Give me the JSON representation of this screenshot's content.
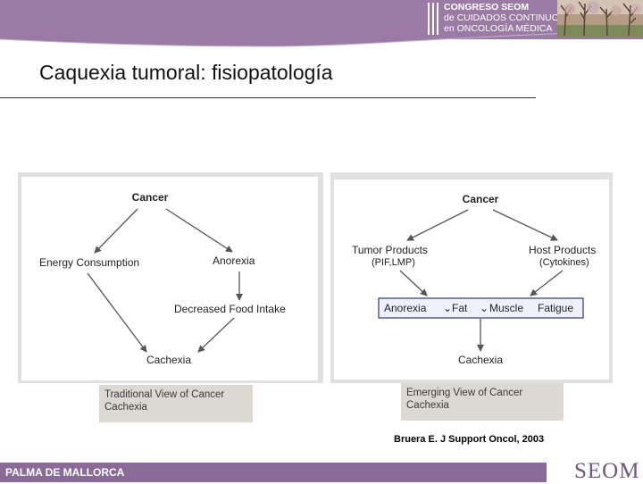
{
  "header": {
    "congress_line1": "CONGRESO SEOM",
    "congress_line2": "de CUIDADOS CONTINUOS",
    "congress_line3": "en ONCOLOGÍA MÉDICA"
  },
  "slide": {
    "title": "Caquexia tumoral: fisiopatología"
  },
  "traditional_view": {
    "cancer": "Cancer",
    "energy": "Energy Consumption",
    "anorexia": "Anorexia",
    "food_intake": "Decreased Food Intake",
    "cachexia": "Cachexia",
    "caption_line1": "Traditional View of Cancer",
    "caption_line2": "Cachexia"
  },
  "emerging_view": {
    "cancer": "Cancer",
    "tumor_products": "Tumor Products",
    "tumor_products_sub": "(PIF,LMP)",
    "host_products": "Host Products",
    "host_products_sub": "(Cytokines)",
    "anorexia": "Anorexia",
    "fat": "Fat",
    "muscle": "Muscle",
    "fatigue": "Fatigue",
    "decrease_symbol": "⌄",
    "cachexia": "Cachexia",
    "caption_line1": "Emerging View of Cancer",
    "caption_line2": "Cachexia"
  },
  "citation": "Bruera E. J Support Oncol, 2003",
  "footer": {
    "location": "PALMA DE MALLORCA",
    "logo": "SEOM"
  },
  "colors": {
    "header_band": "#9b7aa6",
    "footer_band": "#8a6b98",
    "box_border": "#2d3a7a",
    "box_fill": "#eef1fa"
  }
}
